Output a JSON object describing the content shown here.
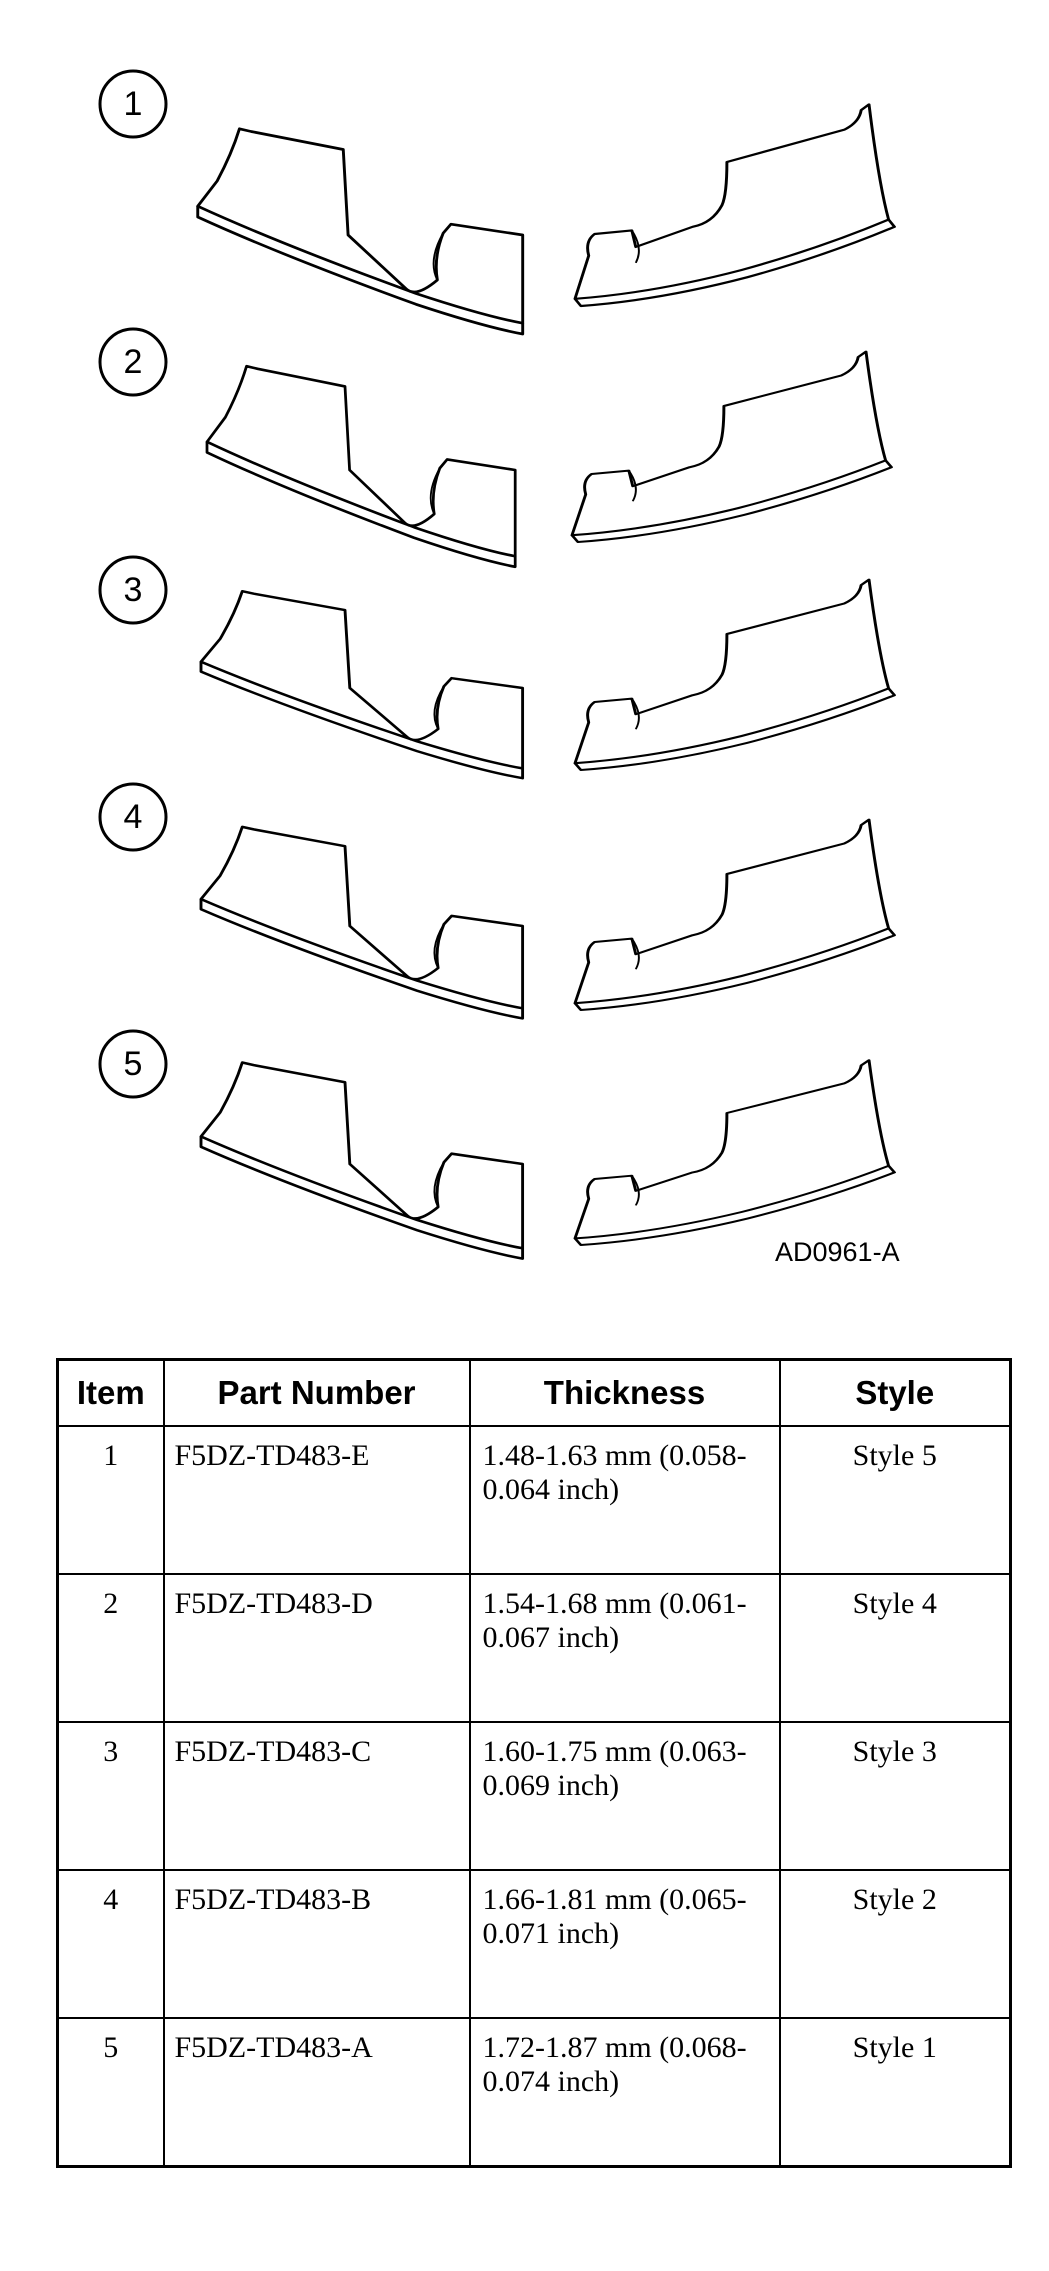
{
  "figure": {
    "callouts": [
      "1",
      "2",
      "3",
      "4",
      "5"
    ],
    "figure_id": "AD0961-A"
  },
  "table": {
    "headers": {
      "item": "Item",
      "part_number": "Part Number",
      "thickness": "Thickness",
      "style": "Style"
    },
    "rows": [
      {
        "item": "1",
        "part_number": "F5DZ-TD483-E",
        "thickness": "1.48-1.63 mm (0.058-0.064 inch)",
        "style": "Style 5"
      },
      {
        "item": "2",
        "part_number": "F5DZ-TD483-D",
        "thickness": "1.54-1.68 mm (0.061-0.067 inch)",
        "style": "Style 4"
      },
      {
        "item": "3",
        "part_number": "F5DZ-TD483-C",
        "thickness": "1.60-1.75 mm (0.063-0.069 inch)",
        "style": "Style 3"
      },
      {
        "item": "4",
        "part_number": "F5DZ-TD483-B",
        "thickness": "1.66-1.81 mm (0.065-0.071 inch)",
        "style": "Style 2"
      },
      {
        "item": "5",
        "part_number": "F5DZ-TD483-A",
        "thickness": "1.72-1.87 mm (0.068-0.074 inch)",
        "style": "Style 1"
      }
    ]
  }
}
